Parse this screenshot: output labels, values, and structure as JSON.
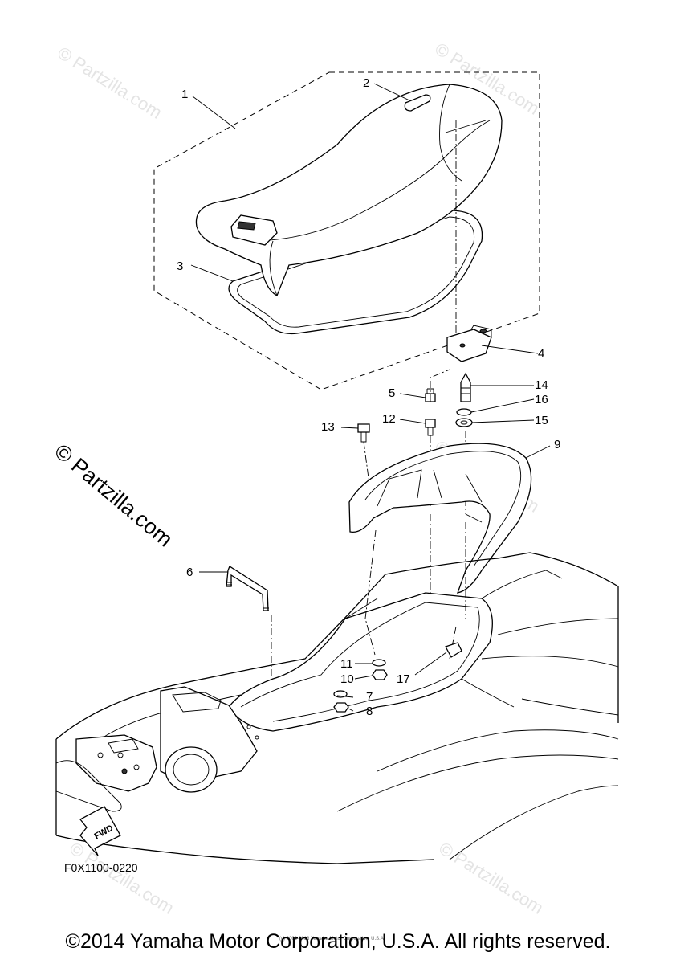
{
  "diagram": {
    "part_code": "F0X1100-0220",
    "direction_label": "FWD",
    "callouts": [
      "1",
      "2",
      "3",
      "4",
      "5",
      "6",
      "7",
      "8",
      "9",
      "10",
      "11",
      "12",
      "13",
      "14",
      "15",
      "16",
      "17"
    ]
  },
  "watermarks": {
    "small": "© Partzilla.com",
    "large": "© Partzilla.com"
  },
  "fine_print": "(c) 2008-2016 Yamaha Motor Corporation, U.S.A.",
  "footer": {
    "copyright": "©2014 Yamaha Motor Corporation, U.S.A. All rights reserved."
  }
}
